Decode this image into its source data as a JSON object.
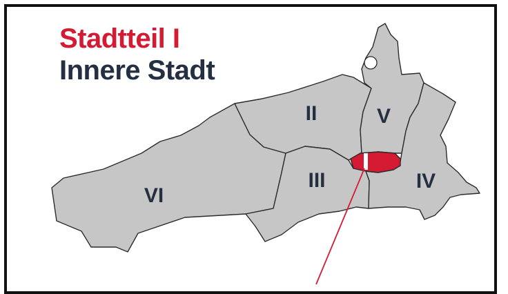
{
  "map": {
    "title_primary": "Stadtteil I",
    "title_secondary": "Innere Stadt",
    "colors": {
      "highlight": "#d51a33",
      "title_dark": "#243042",
      "district_fill": "#c6c6c6",
      "district_border": "#2b2b2b",
      "frame": "#111111"
    },
    "districts": [
      {
        "id": "I",
        "label": "",
        "highlighted": true
      },
      {
        "id": "II",
        "label": "II",
        "highlighted": false
      },
      {
        "id": "III",
        "label": "III",
        "highlighted": false
      },
      {
        "id": "IV",
        "label": "IV",
        "highlighted": false
      },
      {
        "id": "V",
        "label": "V",
        "highlighted": false
      },
      {
        "id": "VI",
        "label": "VI",
        "highlighted": false
      }
    ]
  }
}
